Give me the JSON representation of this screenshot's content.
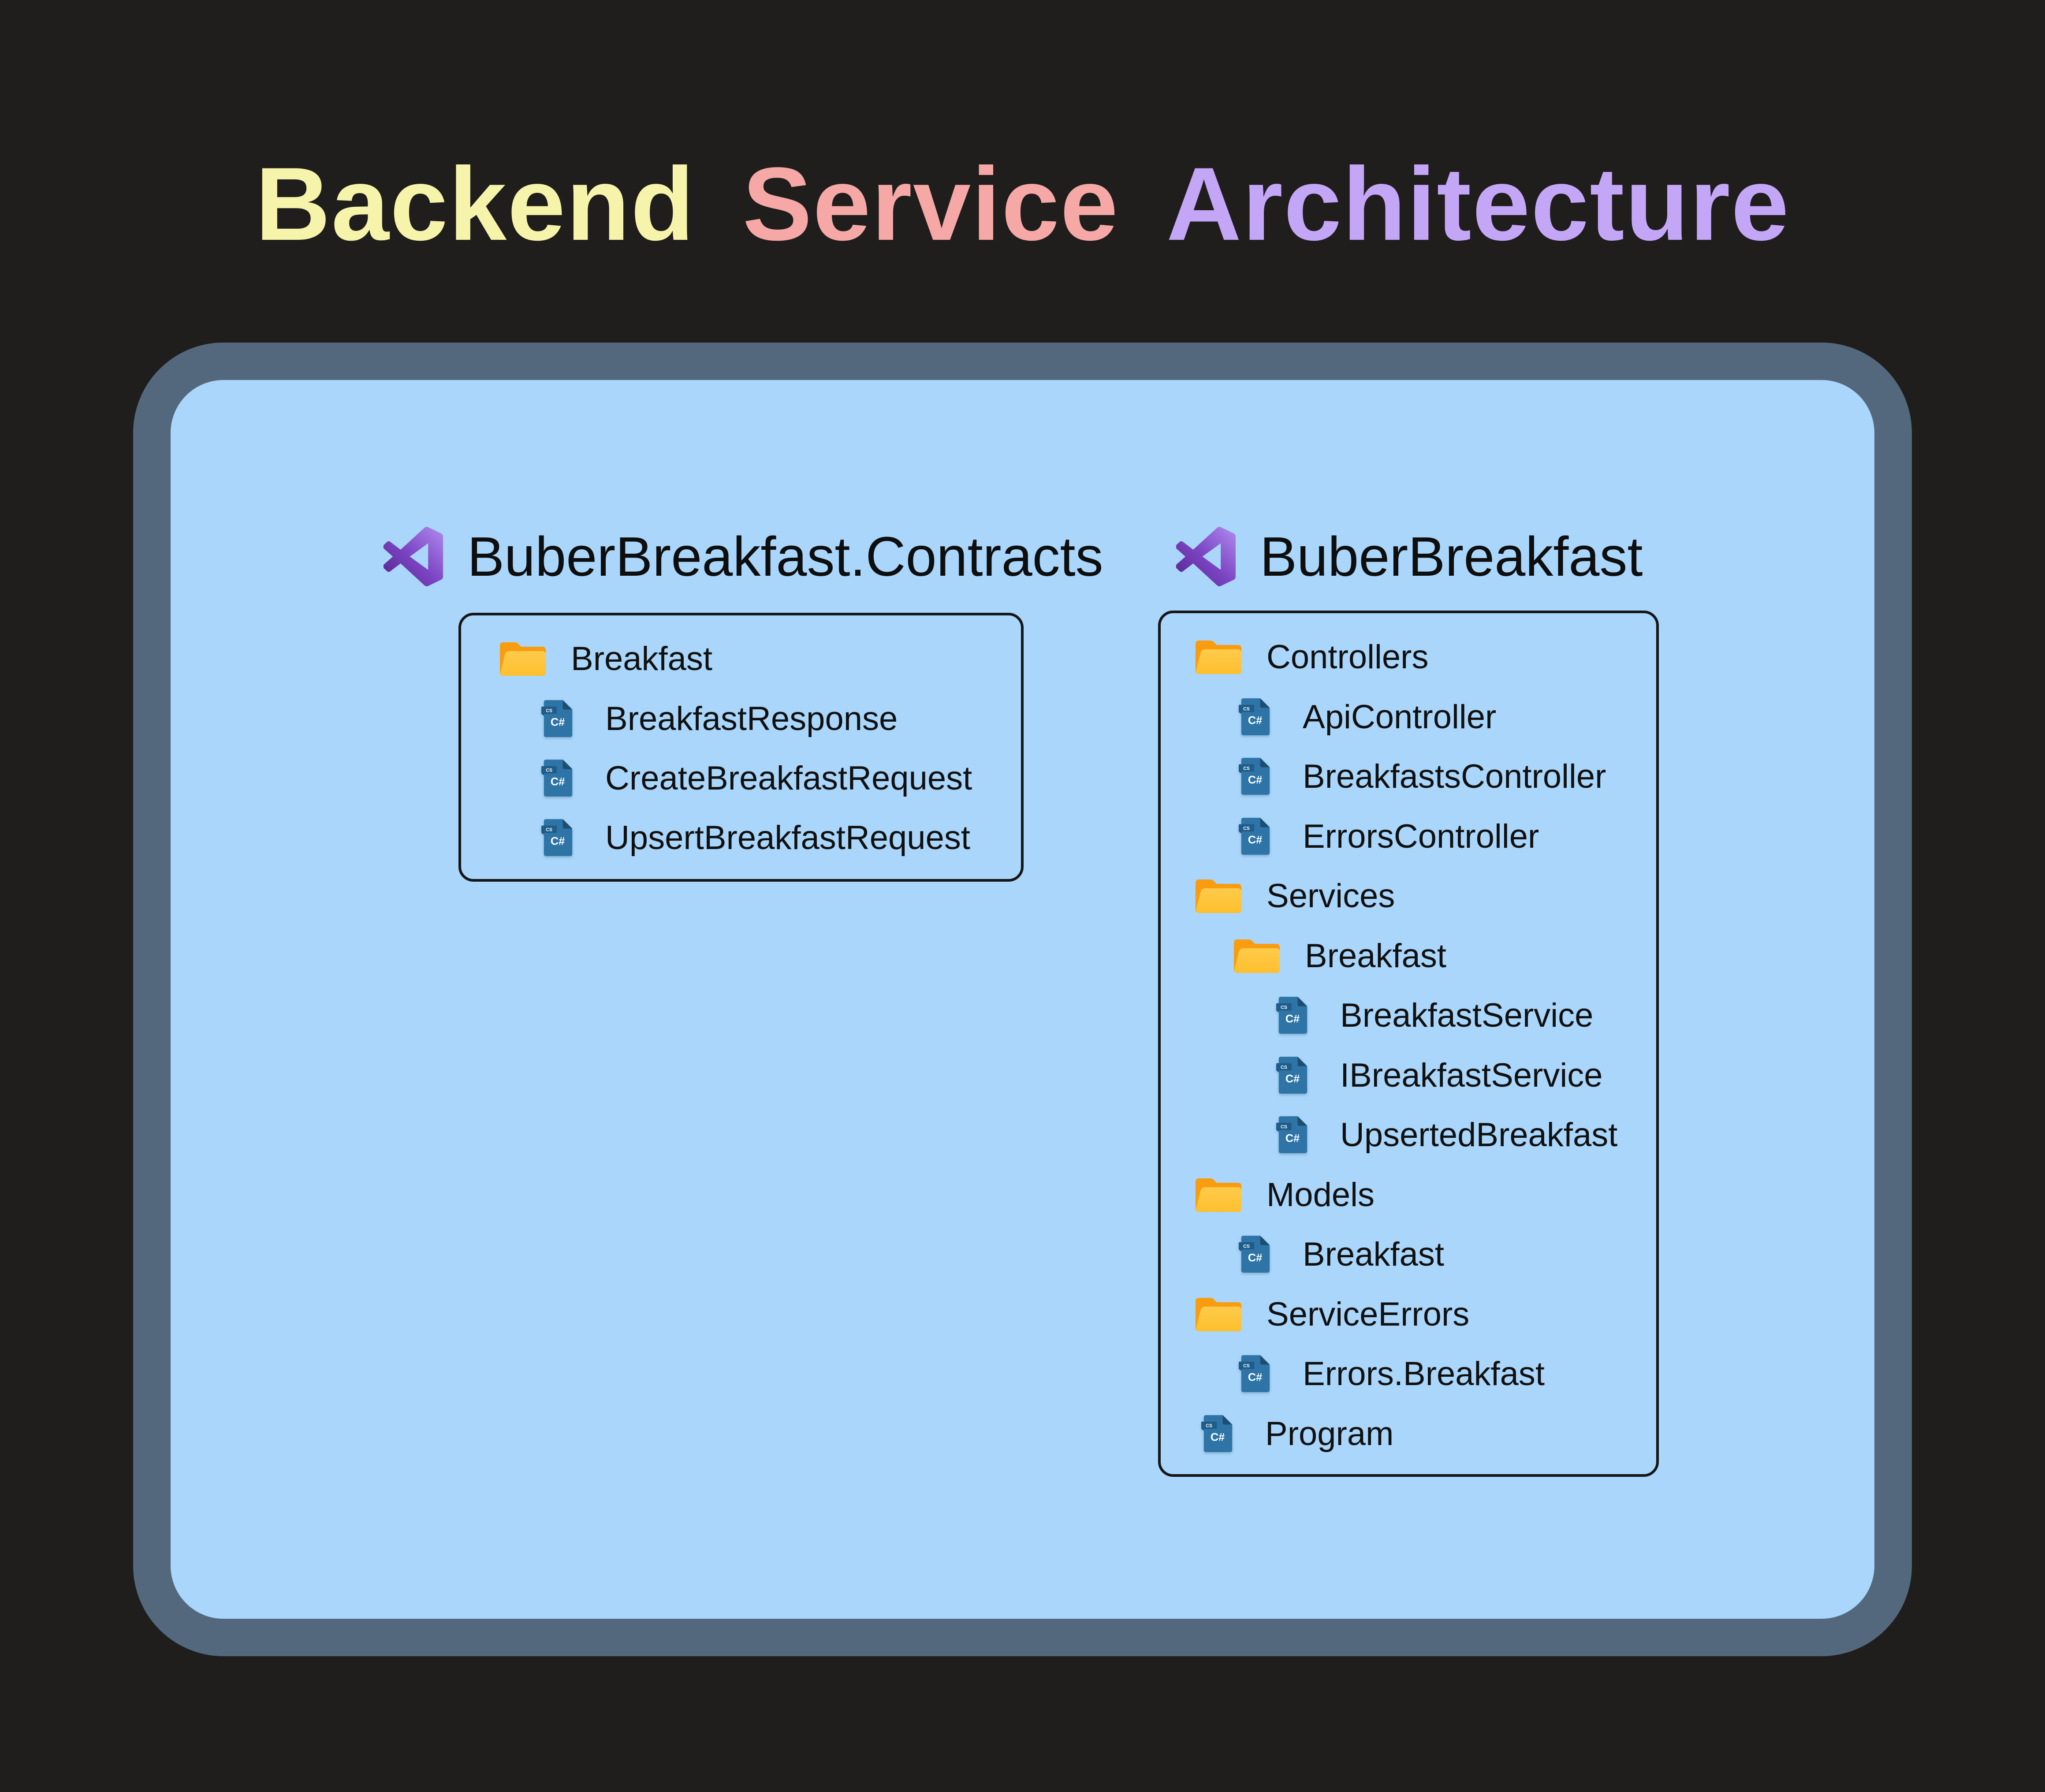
{
  "palette": {
    "page_background": "#201D1D",
    "panel_background": "#A9D6FA",
    "panel_border": "#53687D",
    "box_border": "#161616",
    "text": "#101010",
    "title_backend_color": "#F6F4AB",
    "title_service_color": "#F6A8A6",
    "title_architecture_color": "#C4A6F7",
    "folder_front": "#FFC843",
    "folder_back": "#F99C0F",
    "csharp_file_blue": "#2E74A6",
    "csharp_file_fold": "#215C84",
    "csharp_banner_blue": "#1E5C89",
    "vs_logo_dark": "#52218A",
    "vs_logo_light": "#B18CEF"
  },
  "title": {
    "part1": "Backend",
    "part2": "Service",
    "part3": "Architecture"
  },
  "icons": {
    "cs_badge": "CS",
    "cs_label": "C#",
    "vs_logo": "visual-studio-icon",
    "folder": "folder-icon",
    "csharp_file": "csharp-file-icon"
  },
  "projects": [
    {
      "name": "BuberBreakfast.Contracts",
      "items": [
        {
          "label": "Breakfast",
          "type": "folder",
          "indent": 0
        },
        {
          "label": "BreakfastResponse",
          "type": "file",
          "indent": 1
        },
        {
          "label": "CreateBreakfastRequest",
          "type": "file",
          "indent": 1
        },
        {
          "label": "UpsertBreakfastRequest",
          "type": "file",
          "indent": 1
        }
      ]
    },
    {
      "name": "BuberBreakfast",
      "items": [
        {
          "label": "Controllers",
          "type": "folder",
          "indent": 0
        },
        {
          "label": "ApiController",
          "type": "file",
          "indent": 1
        },
        {
          "label": "BreakfastsController",
          "type": "file",
          "indent": 1
        },
        {
          "label": "ErrorsController",
          "type": "file",
          "indent": 1
        },
        {
          "label": "Services",
          "type": "folder",
          "indent": 0
        },
        {
          "label": "Breakfast",
          "type": "folder",
          "indent": 1
        },
        {
          "label": "BreakfastService",
          "type": "file",
          "indent": 2
        },
        {
          "label": "IBreakfastService",
          "type": "file",
          "indent": 2
        },
        {
          "label": "UpsertedBreakfast",
          "type": "file",
          "indent": 2
        },
        {
          "label": "Models",
          "type": "folder",
          "indent": 0
        },
        {
          "label": "Breakfast",
          "type": "file",
          "indent": 1
        },
        {
          "label": "ServiceErrors",
          "type": "folder",
          "indent": 0
        },
        {
          "label": "Errors.Breakfast",
          "type": "file",
          "indent": 1
        },
        {
          "label": "Program",
          "type": "file",
          "indent": 0
        }
      ]
    }
  ]
}
